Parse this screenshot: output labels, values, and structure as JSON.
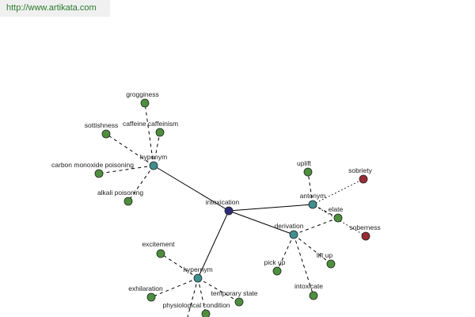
{
  "header": {
    "url": "http://www.artikata.com"
  },
  "colors": {
    "leaf": "#4e8f3e",
    "relation": "#3f8f8f",
    "center": "#2c2c7a",
    "opposite": "#9a2b35",
    "url_text": "#2b7a2b"
  },
  "graph": {
    "center": {
      "label": "intoxication"
    },
    "relations": {
      "hyponym": {
        "label": "hyponym"
      },
      "hypernym": {
        "label": "hypernym"
      },
      "antonym": {
        "label": "antonym"
      },
      "derivation": {
        "label": "derivation"
      }
    },
    "hyponym_terms": [
      "grogginess",
      "caffeine caffeinism",
      "sottishness",
      "carbon monoxide poisoning",
      "alkali poisoning"
    ],
    "hypernym_terms": [
      "excitement",
      "exhilaration",
      "temporary state",
      "physiological condition"
    ],
    "antonym_terms": [
      "uplift",
      "sobriety",
      "elate",
      "soberness"
    ],
    "derivation_terms": [
      "pick up",
      "lift up",
      "intoxicate"
    ]
  }
}
